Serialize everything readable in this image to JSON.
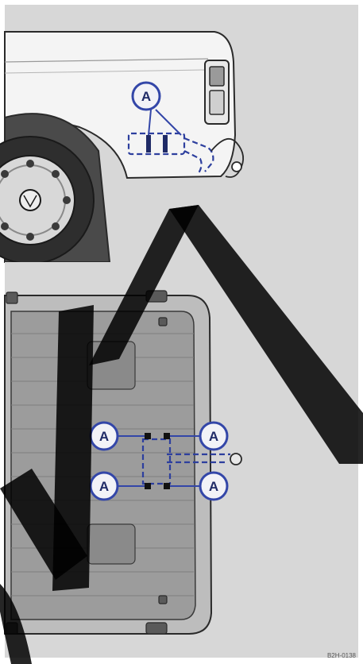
{
  "figure": {
    "callout_label": "A",
    "image_code": "B2H-0138",
    "watermark": "PIA",
    "colors": {
      "background": "#d9d9d9",
      "panel": "#ffffff",
      "line_art": "#2a2a2a",
      "callout_ring": "#3346a8",
      "callout_fill": "#f2f2f7",
      "harness": "#2d3f9e",
      "watermark": "#000000"
    },
    "panels": [
      {
        "name": "rear-fender-side-view",
        "callouts": [
          "A"
        ]
      },
      {
        "name": "cargo-bed-top-view",
        "callouts": [
          "A",
          "A",
          "A",
          "A"
        ]
      }
    ]
  }
}
